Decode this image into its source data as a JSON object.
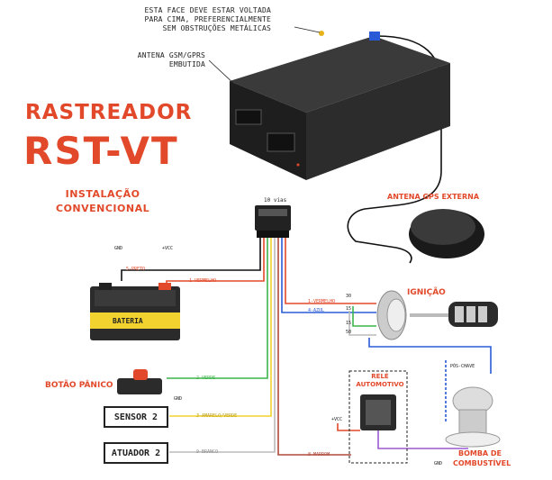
{
  "title": {
    "line1": "RASTREADOR",
    "line2": "RST-VT"
  },
  "subtitle": {
    "line1": "INSTALAÇÃO",
    "line2": "CONVENCIONAL"
  },
  "notes": {
    "face_1": "ESTA FACE DEVE ESTAR VOLTADA",
    "face_2": "PARA CIMA, PREFERENCIALMENTE",
    "face_3": "SEM OBSTRUÇÕES METÁLICAS",
    "antenna_1": "ANTENA GSM/GPRS",
    "antenna_2": "EMBUTIDA"
  },
  "labels": {
    "vias": "10 vias",
    "gps": "ANTENA GPS EXTERNA",
    "ignicao": "IGNIÇÃO",
    "bateria": "BATERIA",
    "panico": "BOTÃO PÂNICO",
    "sensor": "SENSOR 2",
    "atuador": "ATUADOR 2",
    "rele_1": "RELÉ",
    "rele_2": "AUTOMOTIVO",
    "bomba_1": "BOMBA DE",
    "bomba_2": "COMBUSTÍVEL",
    "gnd_batt": "GND",
    "vcc_batt": "+VCC",
    "gnd_panic": "GND",
    "vcc_relay": "+VCC",
    "gnd_pump": "GND",
    "pos_chave": "PÓS-CHAVE"
  },
  "wires": {
    "preto": "5-PRETO",
    "vermelho_batt": "1-VERMELHO",
    "vermelho_ign": "1-VERMELHO",
    "azul": "4-AZUL",
    "verde": "2-VERDE",
    "amarelo": "3-AMARELO/VERDE",
    "branco": "9-BRANCO",
    "marrom": "8-MARROM"
  },
  "ignition_terminals": [
    "30",
    "15",
    "15",
    "50"
  ],
  "colors": {
    "accent": "#e2492a",
    "device": "#2b2b2b"
  }
}
